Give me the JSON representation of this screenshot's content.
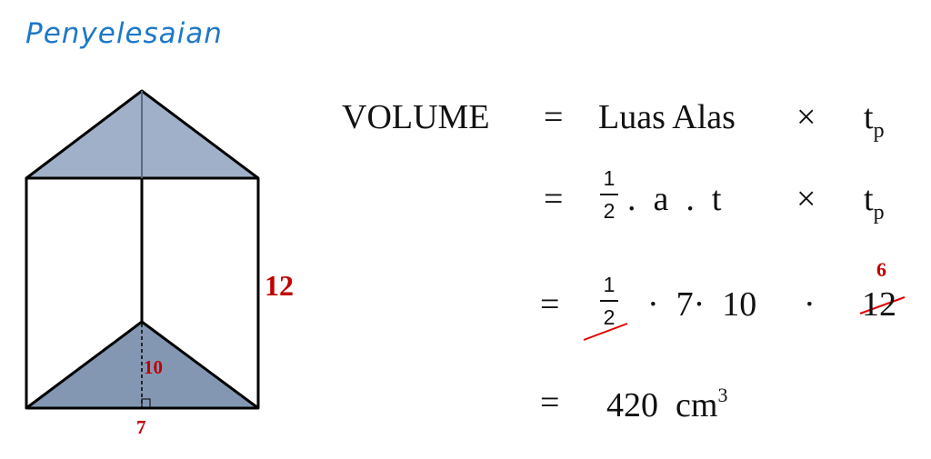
{
  "title": "Penyelesaian",
  "figure": {
    "label_height": "12",
    "label_triangle_height": "10",
    "label_base": "7",
    "colors": {
      "top_face": "#a0b0c8",
      "bottom_face": "#8397b2",
      "labels": "#c00000"
    }
  },
  "equations": {
    "row1": {
      "lhs": "VOLUME",
      "eq": "=",
      "term": "Luas Alas",
      "op": "×",
      "t": "t",
      "t_sub": "p"
    },
    "row2": {
      "eq": "=",
      "frac_num": "1",
      "frac_den": "2",
      "rest": ".  a  .  t",
      "op": "×",
      "t": "t",
      "t_sub": "p"
    },
    "row3": {
      "eq": "=",
      "frac_num": "1",
      "frac_den": "2",
      "rest": "·  7·  10",
      "dot": "·",
      "crossed": "12",
      "replacement": "6"
    },
    "row4": {
      "eq": "=",
      "value": "420  cm",
      "unit_sup": "3"
    }
  }
}
